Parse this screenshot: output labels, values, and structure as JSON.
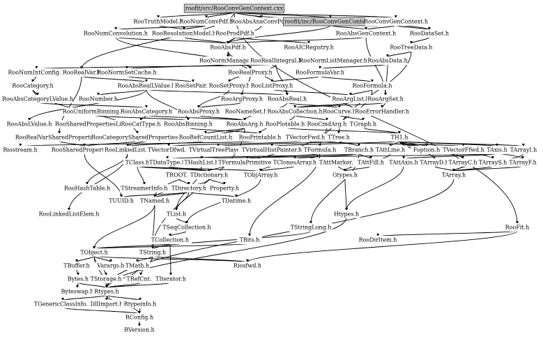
{
  "graph": {
    "title": "roofit/src/RooConvGenContext.cxx",
    "nodes": [
      {
        "id": "src",
        "label": "roofit/src/RooConvGenContext.cxx",
        "highlight": true
      },
      {
        "id": "RooTruthModel",
        "label": "RooTruthModel.h"
      },
      {
        "id": "RooNumConvPdf",
        "label": "RooNumConvPdf.h"
      },
      {
        "id": "RooAbsAnaConvPdf",
        "label": "RooAbsAnaConvPdf.h"
      },
      {
        "id": "incConvGen",
        "label": "roofit/inc/RooConvGenContext.h",
        "highlight": true
      },
      {
        "id": "RooConvGenContext",
        "label": "RooConvGenContext.h"
      },
      {
        "id": "RooNumConvolution",
        "label": "RooNumConvolution.h"
      },
      {
        "id": "RooResolutionModel",
        "label": "RooResolutionModel.h"
      },
      {
        "id": "RooProdPdf",
        "label": "RooProdPdf.h"
      },
      {
        "id": "RooAbsGenContext",
        "label": "RooAbsGenContext.h"
      },
      {
        "id": "RooDataSet",
        "label": "RooDataSet.h"
      },
      {
        "id": "RooAbsPdf",
        "label": "RooAbsPdf.h"
      },
      {
        "id": "RooAICRegistry",
        "label": "RooAICRegistry.h"
      },
      {
        "id": "RooTreeData",
        "label": "RooTreeData.h"
      },
      {
        "id": "RooNormManager",
        "label": "RooNormManager.h"
      },
      {
        "id": "RooRealIntegral",
        "label": "RooRealIntegral.h"
      },
      {
        "id": "RooNormListManager",
        "label": "RooNormListManager.h"
      },
      {
        "id": "RooAbsData",
        "label": "RooAbsData.h"
      },
      {
        "id": "RooNumIntConfig",
        "label": "RooNumIntConfig.h"
      },
      {
        "id": "RooRealVar",
        "label": "RooRealVar.h"
      },
      {
        "id": "RooNormSetCache",
        "label": "RooNormSetCache.h"
      },
      {
        "id": "RooRealProxy",
        "label": "RooRealProxy.h"
      },
      {
        "id": "RooFormulaVar",
        "label": "RooFormulaVar.h"
      },
      {
        "id": "RooCategory",
        "label": "RooCategory.h"
      },
      {
        "id": "RooAbsRealLValue",
        "label": "RooAbsRealLValue.h"
      },
      {
        "id": "RooSetPair",
        "label": "RooSetPair.h"
      },
      {
        "id": "RooSetProxy",
        "label": "RooSetProxy.h"
      },
      {
        "id": "RooListProxy",
        "label": "RooListProxy.h"
      },
      {
        "id": "RooFormula",
        "label": "RooFormula.h"
      },
      {
        "id": "RooAbsCategoryLValue",
        "label": "RooAbsCategoryLValue.h"
      },
      {
        "id": "RooNumber",
        "label": "RooNumber.h"
      },
      {
        "id": "RooArgProxy",
        "label": "RooArgProxy.h"
      },
      {
        "id": "RooAbsReal",
        "label": "RooAbsReal.h"
      },
      {
        "id": "RooArgList",
        "label": "RooArgList.h"
      },
      {
        "id": "RooArgSet",
        "label": "RooArgSet.h"
      },
      {
        "id": "RooUniformBinning",
        "label": "RooUniformBinning.h"
      },
      {
        "id": "RooAbsCategory",
        "label": "RooAbsCategory.h"
      },
      {
        "id": "RooAbsProxy",
        "label": "RooAbsProxy.h"
      },
      {
        "id": "RooNameSet",
        "label": "RooNameSet.h"
      },
      {
        "id": "RooAbsCollection",
        "label": "RooAbsCollection.h"
      },
      {
        "id": "RooCurve",
        "label": "RooCurve.h"
      },
      {
        "id": "RooErrorHandler",
        "label": "RooErrorHandler.h"
      },
      {
        "id": "RooAbsLValue",
        "label": "RooAbsLValue.h"
      },
      {
        "id": "RooSharedPropertiesList",
        "label": "RooSharedPropertiesList.h"
      },
      {
        "id": "RooCatType",
        "label": "RooCatType.h"
      },
      {
        "id": "RooAbsBinning",
        "label": "RooAbsBinning.h"
      },
      {
        "id": "RooAbsArg",
        "label": "RooAbsArg.h"
      },
      {
        "id": "RooPlotable",
        "label": "RooPlotable.h"
      },
      {
        "id": "RooCmdArg",
        "label": "RooCmdArg.h"
      },
      {
        "id": "TGraph",
        "label": "TGraph.h"
      },
      {
        "id": "RooRealVarSharedProperties",
        "label": "RooRealVarSharedProperties.h"
      },
      {
        "id": "RooCategorySharedProperties",
        "label": "RooCategorySharedProperties.h"
      },
      {
        "id": "RooRefCountList",
        "label": "RooRefCountList.h"
      },
      {
        "id": "RooPrintable",
        "label": "RooPrintable.h"
      },
      {
        "id": "TVectorFwd",
        "label": "TVectorFwd.h"
      },
      {
        "id": "TTree",
        "label": "TTree.h"
      },
      {
        "id": "TH1",
        "label": "TH1.h"
      },
      {
        "id": "Riostream",
        "label": "Riostream.h"
      },
      {
        "id": "RooSharedProperties",
        "label": "RooSharedProperties.h"
      },
      {
        "id": "RooLinkedList",
        "label": "RooLinkedList.h"
      },
      {
        "id": "TVectorDfwd",
        "label": "TVectorDfwd.h"
      },
      {
        "id": "TVirtualTreePlayer",
        "label": "TVirtualTreePlayer.h"
      },
      {
        "id": "TVirtualHistPainter",
        "label": "TVirtualHistPainter.h"
      },
      {
        "id": "TFormula",
        "label": "TFormula.h"
      },
      {
        "id": "TBranch",
        "label": "TBranch.h"
      },
      {
        "id": "TAttLine",
        "label": "TAttLine.h"
      },
      {
        "id": "Foption",
        "label": "Foption.h"
      },
      {
        "id": "TVectorFfwd",
        "label": "TVectorFfwd.h"
      },
      {
        "id": "TAxis",
        "label": "TAxis.h"
      },
      {
        "id": "TArrayI",
        "label": "TArrayI.h"
      },
      {
        "id": "TClass",
        "label": "TClass.h"
      },
      {
        "id": "TDataType",
        "label": "TDataType.h"
      },
      {
        "id": "THashList",
        "label": "THashList.h"
      },
      {
        "id": "TFormulaPrimitive",
        "label": "TFormulaPrimitive.h"
      },
      {
        "id": "TClonesArray",
        "label": "TClonesArray.h"
      },
      {
        "id": "TAttMarker",
        "label": "TAttMarker.h"
      },
      {
        "id": "TAttFill",
        "label": "TAttFill.h"
      },
      {
        "id": "TAttAxis",
        "label": "TAttAxis.h"
      },
      {
        "id": "TArrayD",
        "label": "TArrayD.h"
      },
      {
        "id": "TArrayC",
        "label": "TArrayC.h"
      },
      {
        "id": "TArrayS",
        "label": "TArrayS.h"
      },
      {
        "id": "TArrayF",
        "label": "TArrayF.h"
      },
      {
        "id": "TROOT",
        "label": "TROOT.h"
      },
      {
        "id": "TDictionary",
        "label": "TDictionary.h"
      },
      {
        "id": "TObjArray",
        "label": "TObjArray.h"
      },
      {
        "id": "Gtypes",
        "label": "Gtypes.h"
      },
      {
        "id": "TArray",
        "label": "TArray.h"
      },
      {
        "id": "RooHashTable",
        "label": "RooHashTable.h"
      },
      {
        "id": "TStreamerInfo",
        "label": "TStreamerInfo.h"
      },
      {
        "id": "TDirectory",
        "label": "TDirectory.h"
      },
      {
        "id": "Property",
        "label": "Property.h"
      },
      {
        "id": "TUUID",
        "label": "TUUID.h"
      },
      {
        "id": "TNamed",
        "label": "TNamed.h"
      },
      {
        "id": "TDatime",
        "label": "TDatime.h"
      },
      {
        "id": "Htypes",
        "label": "Htypes.h"
      },
      {
        "id": "RooLinkedListElem",
        "label": "RooLinkedListElem.h"
      },
      {
        "id": "TList",
        "label": "TList.h"
      },
      {
        "id": "TStringLong",
        "label": "TStringLong.h"
      },
      {
        "id": "RooFit",
        "label": "RooFit.h"
      },
      {
        "id": "TSeqCollection",
        "label": "TSeqCollection.h"
      },
      {
        "id": "TBits",
        "label": "TBits.h"
      },
      {
        "id": "RooDirItem",
        "label": "RooDirItem.h"
      },
      {
        "id": "TCollection",
        "label": "TCollection.h"
      },
      {
        "id": "TObject",
        "label": "TObject.h"
      },
      {
        "id": "TString",
        "label": "TString.h"
      },
      {
        "id": "Riosfwd",
        "label": "Riosfwd.h"
      },
      {
        "id": "TBuffer",
        "label": "TBuffer.h"
      },
      {
        "id": "Varargs",
        "label": "Varargs.h"
      },
      {
        "id": "TMath",
        "label": "TMath.h"
      },
      {
        "id": "Bytes",
        "label": "Bytes.h"
      },
      {
        "id": "TStorage",
        "label": "TStorage.h"
      },
      {
        "id": "TRefCnt",
        "label": "TRefCnt.h"
      },
      {
        "id": "TIterator",
        "label": "TIterator.h"
      },
      {
        "id": "Byteswap",
        "label": "Byteswap.h"
      },
      {
        "id": "Rtypes",
        "label": "Rtypes.h"
      },
      {
        "id": "TGenericClassInfo",
        "label": "TGenericClassInfo.h"
      },
      {
        "id": "DllImport",
        "label": "DllImport.h"
      },
      {
        "id": "Rtypeinfo",
        "label": "Rtypeinfo.h"
      },
      {
        "id": "RConfig",
        "label": "RConfig.h"
      },
      {
        "id": "RVersion",
        "label": "RVersion.h"
      }
    ],
    "edges": [
      [
        "src",
        "RooTruthModel"
      ],
      [
        "src",
        "RooNumConvPdf"
      ],
      [
        "src",
        "RooAbsAnaConvPdf"
      ],
      [
        "src",
        "incConvGen"
      ],
      [
        "src",
        "RooConvGenContext"
      ],
      [
        "src",
        "RooDataSet"
      ],
      [
        "src",
        "RooRealVar"
      ],
      [
        "src",
        "RooFit"
      ],
      [
        "incConvGen",
        "RooAbsGenContext"
      ],
      [
        "incConvGen",
        "RooConvGenContext"
      ],
      [
        "incConvGen",
        "RooAbsPdf"
      ],
      [
        "RooConvGenContext",
        "RooAbsGenContext"
      ],
      [
        "RooConvGenContext",
        "RooDataSet"
      ],
      [
        "RooTruthModel",
        "RooResolutionModel"
      ],
      [
        "RooNumConvPdf",
        "RooResolutionModel"
      ],
      [
        "RooNumConvPdf",
        "RooNumConvolution"
      ],
      [
        "RooAbsAnaConvPdf",
        "RooAbsPdf"
      ],
      [
        "RooNumConvolution",
        "RooAbsPdf"
      ],
      [
        "RooNumConvolution",
        "RooRealProxy"
      ],
      [
        "RooResolutionModel",
        "RooAbsPdf"
      ],
      [
        "RooProdPdf",
        "RooAbsPdf"
      ],
      [
        "RooProdPdf",
        "RooAICRegistry"
      ],
      [
        "RooAbsGenContext",
        "RooAbsPdf"
      ],
      [
        "RooAbsGenContext",
        "RooArgSet"
      ],
      [
        "RooDataSet",
        "RooTreeData"
      ],
      [
        "RooTreeData",
        "RooAbsData"
      ],
      [
        "RooTreeData",
        "TTree"
      ],
      [
        "RooAbsPdf",
        "RooNormManager"
      ],
      [
        "RooAbsPdf",
        "RooAbsReal"
      ],
      [
        "RooAbsPdf",
        "RooRealProxy"
      ],
      [
        "RooNormManager",
        "RooNormSetCache"
      ],
      [
        "RooNormManager",
        "RooNormListManager"
      ],
      [
        "RooRealIntegral",
        "RooAbsReal"
      ],
      [
        "RooRealIntegral",
        "RooNumIntConfig"
      ],
      [
        "RooRealIntegral",
        "RooSetProxy"
      ],
      [
        "RooAbsData",
        "RooArgSet"
      ],
      [
        "RooAbsData",
        "RooFormulaVar"
      ],
      [
        "RooNumIntConfig",
        "RooCategory"
      ],
      [
        "RooRealVar",
        "RooAbsRealLValue"
      ],
      [
        "RooRealVar",
        "RooRealVarSharedProperties"
      ],
      [
        "RooNormSetCache",
        "RooSetPair"
      ],
      [
        "RooRealProxy",
        "RooArgProxy"
      ],
      [
        "RooFormulaVar",
        "RooFormula"
      ],
      [
        "RooFormulaVar",
        "RooListProxy"
      ],
      [
        "RooCategory",
        "RooAbsCategoryLValue"
      ],
      [
        "RooCategory",
        "RooCategorySharedProperties"
      ],
      [
        "RooAbsRealLValue",
        "RooAbsReal"
      ],
      [
        "RooAbsRealLValue",
        "RooNumber"
      ],
      [
        "RooAbsRealLValue",
        "RooAbsBinning"
      ],
      [
        "RooAbsRealLValue",
        "RooAbsLValue"
      ],
      [
        "RooSetProxy",
        "RooAbsProxy"
      ],
      [
        "RooListProxy",
        "RooArgList"
      ],
      [
        "RooFormula",
        "TFormula"
      ],
      [
        "RooFormula",
        "RooArgList"
      ],
      [
        "RooAbsCategoryLValue",
        "RooAbsCategory"
      ],
      [
        "RooArgProxy",
        "RooAbsProxy"
      ],
      [
        "RooAbsReal",
        "RooAbsArg"
      ],
      [
        "RooAbsReal",
        "RooCurve"
      ],
      [
        "RooArgList",
        "RooAbsCollection"
      ],
      [
        "RooArgSet",
        "RooAbsCollection"
      ],
      [
        "RooArgSet",
        "RooErrorHandler"
      ],
      [
        "RooUniformBinning",
        "RooAbsBinning"
      ],
      [
        "RooAbsCategory",
        "RooCatType"
      ],
      [
        "RooAbsCategory",
        "RooAbsArg"
      ],
      [
        "RooAbsProxy",
        "RooAbsArg"
      ],
      [
        "RooAbsCollection",
        "RooPrintable"
      ],
      [
        "RooAbsCollection",
        "RooCmdArg"
      ],
      [
        "RooCurve",
        "TGraph"
      ],
      [
        "RooAbsBinning",
        "RooPrintable"
      ],
      [
        "RooAbsArg",
        "RooRefCountList"
      ],
      [
        "RooAbsArg",
        "RooLinkedList"
      ],
      [
        "RooAbsArg",
        "TString"
      ],
      [
        "RooPlotable",
        "TH1"
      ],
      [
        "RooCmdArg",
        "TNamed"
      ],
      [
        "TGraph",
        "TH1"
      ],
      [
        "RooRealVarSharedProperties",
        "RooSharedProperties"
      ],
      [
        "RooCategorySharedProperties",
        "RooSharedProperties"
      ],
      [
        "RooRefCountList",
        "RooLinkedList"
      ],
      [
        "RooPrintable",
        "Riostream"
      ],
      [
        "TVectorFwd",
        "TVectorDfwd"
      ],
      [
        "TVectorFwd",
        "TVectorFfwd"
      ],
      [
        "TTree",
        "TBranch"
      ],
      [
        "TTree",
        "TVirtualTreePlayer"
      ],
      [
        "TH1",
        "TAttLine"
      ],
      [
        "TH1",
        "TAxis"
      ],
      [
        "TH1",
        "TArrayI"
      ],
      [
        "TH1",
        "Foption"
      ],
      [
        "TH1",
        "TVirtualHistPainter"
      ],
      [
        "TH1",
        "TArrayD"
      ],
      [
        "TH1",
        "TArrayC"
      ],
      [
        "TH1",
        "TArrayS"
      ],
      [
        "TH1",
        "TArrayF"
      ],
      [
        "RooSharedProperties",
        "TUUID"
      ],
      [
        "RooLinkedList",
        "RooHashTable"
      ],
      [
        "RooLinkedList",
        "RooLinkedListElem"
      ],
      [
        "TFormula",
        "TFormulaPrimitive"
      ],
      [
        "TFormula",
        "TBits"
      ],
      [
        "TFormula",
        "TObjArray"
      ],
      [
        "TBranch",
        "TDataType"
      ],
      [
        "TBranch",
        "TAttFill"
      ],
      [
        "TBranch",
        "TStringLong"
      ],
      [
        "TBranch",
        "TClonesArray"
      ],
      [
        "TAttLine",
        "Gtypes"
      ],
      [
        "TAxis",
        "TAttAxis"
      ],
      [
        "TAxis",
        "THashList"
      ],
      [
        "TArrayI",
        "TArray"
      ],
      [
        "TArrayD",
        "TArray"
      ],
      [
        "TArrayC",
        "TArray"
      ],
      [
        "TArrayS",
        "TArray"
      ],
      [
        "TArrayF",
        "TArray"
      ],
      [
        "TClass",
        "TStreamerInfo"
      ],
      [
        "TClass",
        "TObjArray"
      ],
      [
        "TClass",
        "TDictionary"
      ],
      [
        "TDataType",
        "TDictionary"
      ],
      [
        "THashList",
        "TList"
      ],
      [
        "TClonesArray",
        "TObjArray"
      ],
      [
        "TAttMarker",
        "Gtypes"
      ],
      [
        "TAttFill",
        "Gtypes"
      ],
      [
        "TAttAxis",
        "Htypes"
      ],
      [
        "TROOT",
        "TDirectory"
      ],
      [
        "TDictionary",
        "Property"
      ],
      [
        "TDictionary",
        "TNamed"
      ],
      [
        "TObjArray",
        "TSeqCollection"
      ],
      [
        "Gtypes",
        "Htypes"
      ],
      [
        "TArray",
        "Rtypes"
      ],
      [
        "TDirectory",
        "TDatime"
      ],
      [
        "TDirectory",
        "TUUID"
      ],
      [
        "TDirectory",
        "TList"
      ],
      [
        "TDirectory",
        "TNamed"
      ],
      [
        "TNamed",
        "TString"
      ],
      [
        "TNamed",
        "TObject"
      ],
      [
        "Htypes",
        "Rtypes"
      ],
      [
        "TList",
        "TSeqCollection"
      ],
      [
        "TStringLong",
        "TString"
      ],
      [
        "RooFit",
        "RooDirItem"
      ],
      [
        "RooFit",
        "Riosfwd"
      ],
      [
        "TSeqCollection",
        "TCollection"
      ],
      [
        "TBits",
        "TObject"
      ],
      [
        "TCollection",
        "TObject"
      ],
      [
        "TCollection",
        "TIterator"
      ],
      [
        "TCollection",
        "TString"
      ],
      [
        "TObject",
        "TBuffer"
      ],
      [
        "TObject",
        "Varargs"
      ],
      [
        "TObject",
        "TStorage"
      ],
      [
        "TObject",
        "Riosfwd"
      ],
      [
        "TObject",
        "Rtypes"
      ],
      [
        "TString",
        "TMath"
      ],
      [
        "TString",
        "TRefCnt"
      ],
      [
        "TString",
        "Riosfwd"
      ],
      [
        "TBuffer",
        "Bytes"
      ],
      [
        "Bytes",
        "Byteswap"
      ],
      [
        "Bytes",
        "Rtypes"
      ],
      [
        "TStorage",
        "Rtypes"
      ],
      [
        "TRefCnt",
        "Rtypes"
      ],
      [
        "TIterator",
        "Rtypes"
      ],
      [
        "Rtypes",
        "TGenericClassInfo"
      ],
      [
        "Rtypes",
        "DllImport"
      ],
      [
        "Rtypes",
        "Rtypeinfo"
      ],
      [
        "Rtypes",
        "RConfig"
      ],
      [
        "Rtypeinfo",
        "RConfig"
      ],
      [
        "RConfig",
        "RVersion"
      ],
      [
        "TGenericClassInfo",
        "RConfig"
      ],
      [
        "TMath",
        "Rtypes"
      ]
    ]
  }
}
